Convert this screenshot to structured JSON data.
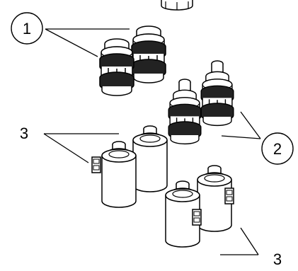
{
  "callouts": {
    "c1": "1",
    "c2": "2",
    "c3_left": "3",
    "c3_bottom": "3"
  },
  "colors": {
    "line": "#000000",
    "part_fill": "#ffffff",
    "dark_fill": "#1a1a1a",
    "background": "#ffffff"
  }
}
